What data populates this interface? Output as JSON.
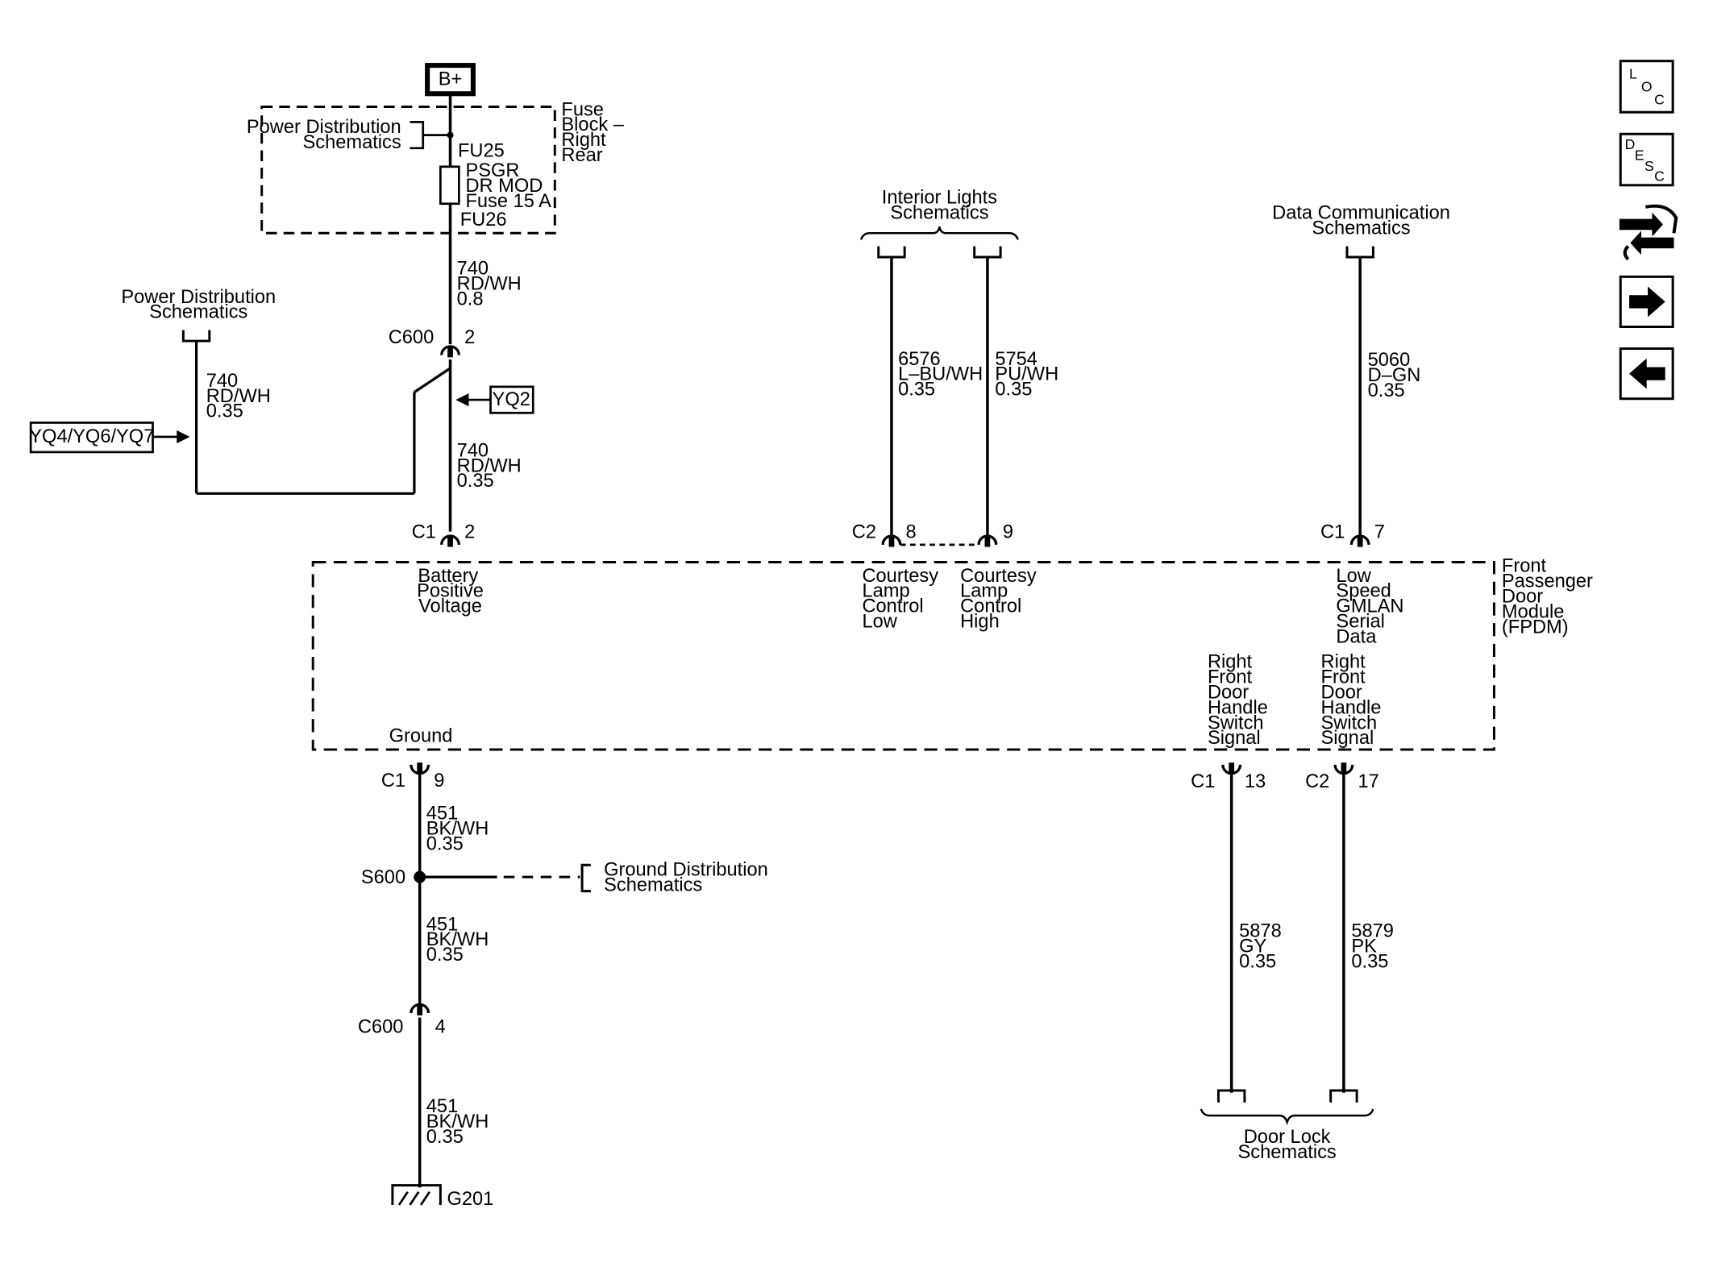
{
  "power_source": {
    "label": "B+"
  },
  "fuse_block": {
    "title_lines": [
      "Fuse",
      "Block –",
      "Right",
      "Rear"
    ],
    "ref_lines": [
      "Power Distribution",
      "Schematics"
    ],
    "fuse_top": "FU25",
    "fuse_lines": [
      "PSGR",
      "DR MOD",
      "Fuse 15 A"
    ],
    "fuse_bottom": "FU26"
  },
  "wire_740_a": [
    "740",
    "RD/WH",
    "0.8"
  ],
  "power_dist_ref": [
    "Power Distribution",
    "Schematics"
  ],
  "wire_740_b": [
    "740",
    "RD/WH",
    "0.35"
  ],
  "wire_740_c": [
    "740",
    "RD/WH",
    "0.35"
  ],
  "conn_c600_top": {
    "name": "C600",
    "pin": "2"
  },
  "option_yq2": "YQ2",
  "option_yq4": "YQ4/YQ6/YQ7",
  "interior_lights_ref": [
    "Interior Lights",
    "Schematics"
  ],
  "wire_6576": [
    "6576",
    "L–BU/WH",
    "0.35"
  ],
  "wire_5754": [
    "5754",
    "PU/WH",
    "0.35"
  ],
  "data_comm_ref": [
    "Data Communication",
    "Schematics"
  ],
  "wire_5060": [
    "5060",
    "D–GN",
    "0.35"
  ],
  "conn_c1_battery": {
    "name": "C1",
    "pin": "2"
  },
  "conn_c2_low": {
    "name": "C2",
    "pin": "8"
  },
  "conn_c2_high": {
    "pin": "9"
  },
  "conn_c1_gmlan": {
    "name": "C1",
    "pin": "7"
  },
  "module": {
    "name_lines": [
      "Front",
      "Passenger",
      "Door",
      "Module",
      "(FPDM)"
    ],
    "battery_lines": [
      "Battery",
      "Positive",
      "Voltage"
    ],
    "lamp_low_lines": [
      "Courtesy",
      "Lamp",
      "Control",
      "Low"
    ],
    "lamp_high_lines": [
      "Courtesy",
      "Lamp",
      "Control",
      "High"
    ],
    "gmlan_lines": [
      "Low",
      "Speed",
      "GMLAN",
      "Serial",
      "Data"
    ],
    "handle1_lines": [
      "Right",
      "Front",
      "Door",
      "Handle",
      "Switch",
      "Signal"
    ],
    "handle2_lines": [
      "Right",
      "Front",
      "Door",
      "Handle",
      "Switch",
      "Signal"
    ],
    "ground_label": "Ground"
  },
  "conn_c1_ground": {
    "name": "C1",
    "pin": "9"
  },
  "wire_451_a": [
    "451",
    "BK/WH",
    "0.35"
  ],
  "splice": "S600",
  "ground_dist_ref": [
    "Ground Distribution",
    "Schematics"
  ],
  "wire_451_b": [
    "451",
    "BK/WH",
    "0.35"
  ],
  "conn_c600_bottom": {
    "name": "C600",
    "pin": "4"
  },
  "wire_451_c": [
    "451",
    "BK/WH",
    "0.35"
  ],
  "ground_point": "G201",
  "conn_c1_handle": {
    "name": "C1",
    "pin": "13"
  },
  "conn_c2_handle": {
    "name": "C2",
    "pin": "17"
  },
  "wire_5878": [
    "5878",
    "GY",
    "0.35"
  ],
  "wire_5879": [
    "5879",
    "PK",
    "0.35"
  ],
  "door_lock_ref": [
    "Door Lock",
    "Schematics"
  ],
  "nav": {
    "loc": [
      "L",
      "O",
      "C"
    ],
    "desc": [
      "D",
      "E",
      "S",
      "C"
    ]
  }
}
